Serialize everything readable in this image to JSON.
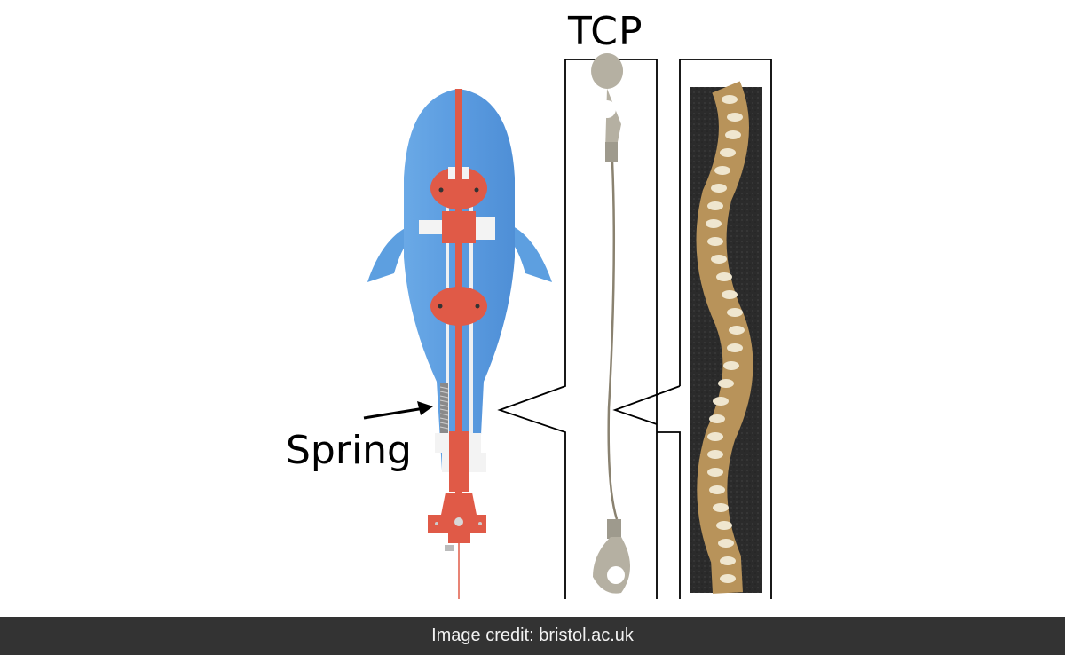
{
  "figure": {
    "labels": {
      "tcp": "TCP",
      "spring": "Spring"
    },
    "colors": {
      "fish_body": "#5d9fe0",
      "frame_red": "#e05a47",
      "white_parts": "#f3f3f3",
      "outline": "#000000",
      "tcp_metal": "#b9b3a4",
      "fiber_gold": "#c9a96a",
      "fiber_bg": "#2a2a2a"
    },
    "panels": [
      {
        "name": "robot-fish-render",
        "description": "Blue fish-shaped robot with red actuator frame and spring"
      },
      {
        "name": "tcp-wire-photo",
        "description": "Twisted coiled polymer wire with ring terminals"
      },
      {
        "name": "tcp-closeup-photo",
        "description": "Close-up of gold coiled fiber on dark background"
      }
    ]
  },
  "footer": {
    "credit": "Image credit: bristol.ac.uk"
  }
}
